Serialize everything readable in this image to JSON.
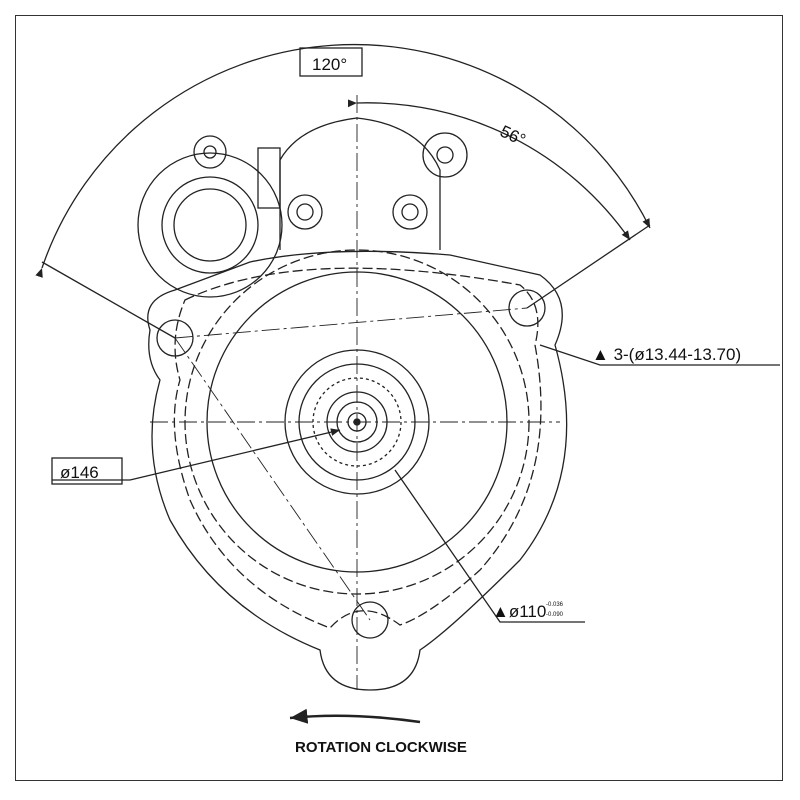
{
  "dimensions": {
    "angle_total": "120°",
    "angle_partial": "56°",
    "holes": "3-(ø13.44-13.70)",
    "outer_diameter": "ø146",
    "pilot_diameter": "ø110",
    "pilot_tolerance_upper": "-0.036",
    "pilot_tolerance_lower": "-0.090"
  },
  "rotation_label": "ROTATION CLOCKWISE"
}
